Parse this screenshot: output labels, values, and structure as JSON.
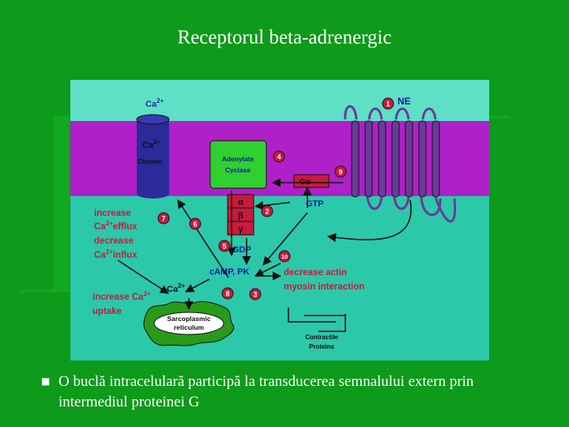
{
  "slide": {
    "title": "Receptorul beta-adrenergic",
    "bullet": "O buclă intracelulară participă la transducerea semnalului extern prin intermediul proteinei G",
    "bullet_icon": "square-bullet-icon"
  },
  "diagram": {
    "ca_top": "Ca",
    "ca_top_sup": "2+",
    "ca_channel_ion": "Ca",
    "ca_channel_ion_sup": "2+",
    "ca_channel_label": "Channel",
    "adenylate_line1": "Adenylate",
    "adenylate_line2": "Cyclase",
    "g_alpha": "Gα",
    "alpha": "α",
    "beta": "β",
    "gamma": "γ",
    "gtp": "GTP",
    "gdp": "GDP",
    "ne": "NE",
    "camp_pk": "cAMP, PK",
    "increase_efflux_1": "increase",
    "increase_efflux_2": "Ca",
    "increase_efflux_2_sup": "2+",
    "increase_efflux_2_rest": "efflux",
    "decrease_influx_1": "decrease",
    "decrease_influx_2": "Ca",
    "decrease_influx_2_sup": "2+",
    "decrease_influx_2_rest": "influx",
    "increase_uptake_1": "increase Ca",
    "increase_uptake_1_sup": "2+",
    "increase_uptake_2": "uptake",
    "ca_mid": "Ca",
    "ca_mid_sup": "2+",
    "sarco_line1": "Sarcoplasmic",
    "sarco_line2": "reticulum",
    "decrease_actin_1": "decrease actin",
    "decrease_actin_2": "myosin interaction",
    "contractile_1": "Contractile",
    "contractile_2": "Proteins",
    "step_numbers": [
      "1",
      "2",
      "3",
      "4",
      "5",
      "6",
      "7",
      "8",
      "9",
      "10"
    ],
    "colors": {
      "extracellular": "#5ee0c6",
      "membrane": "#b020c8",
      "cytoplasm": "#2cc8aa",
      "label_red": "#c81a3c",
      "label_blue": "#0e1aa0",
      "channel": "#2a2a9a",
      "adenylate": "#30d030",
      "sarco": "#2a9a1a",
      "receptor": "#6a3a9a"
    }
  }
}
